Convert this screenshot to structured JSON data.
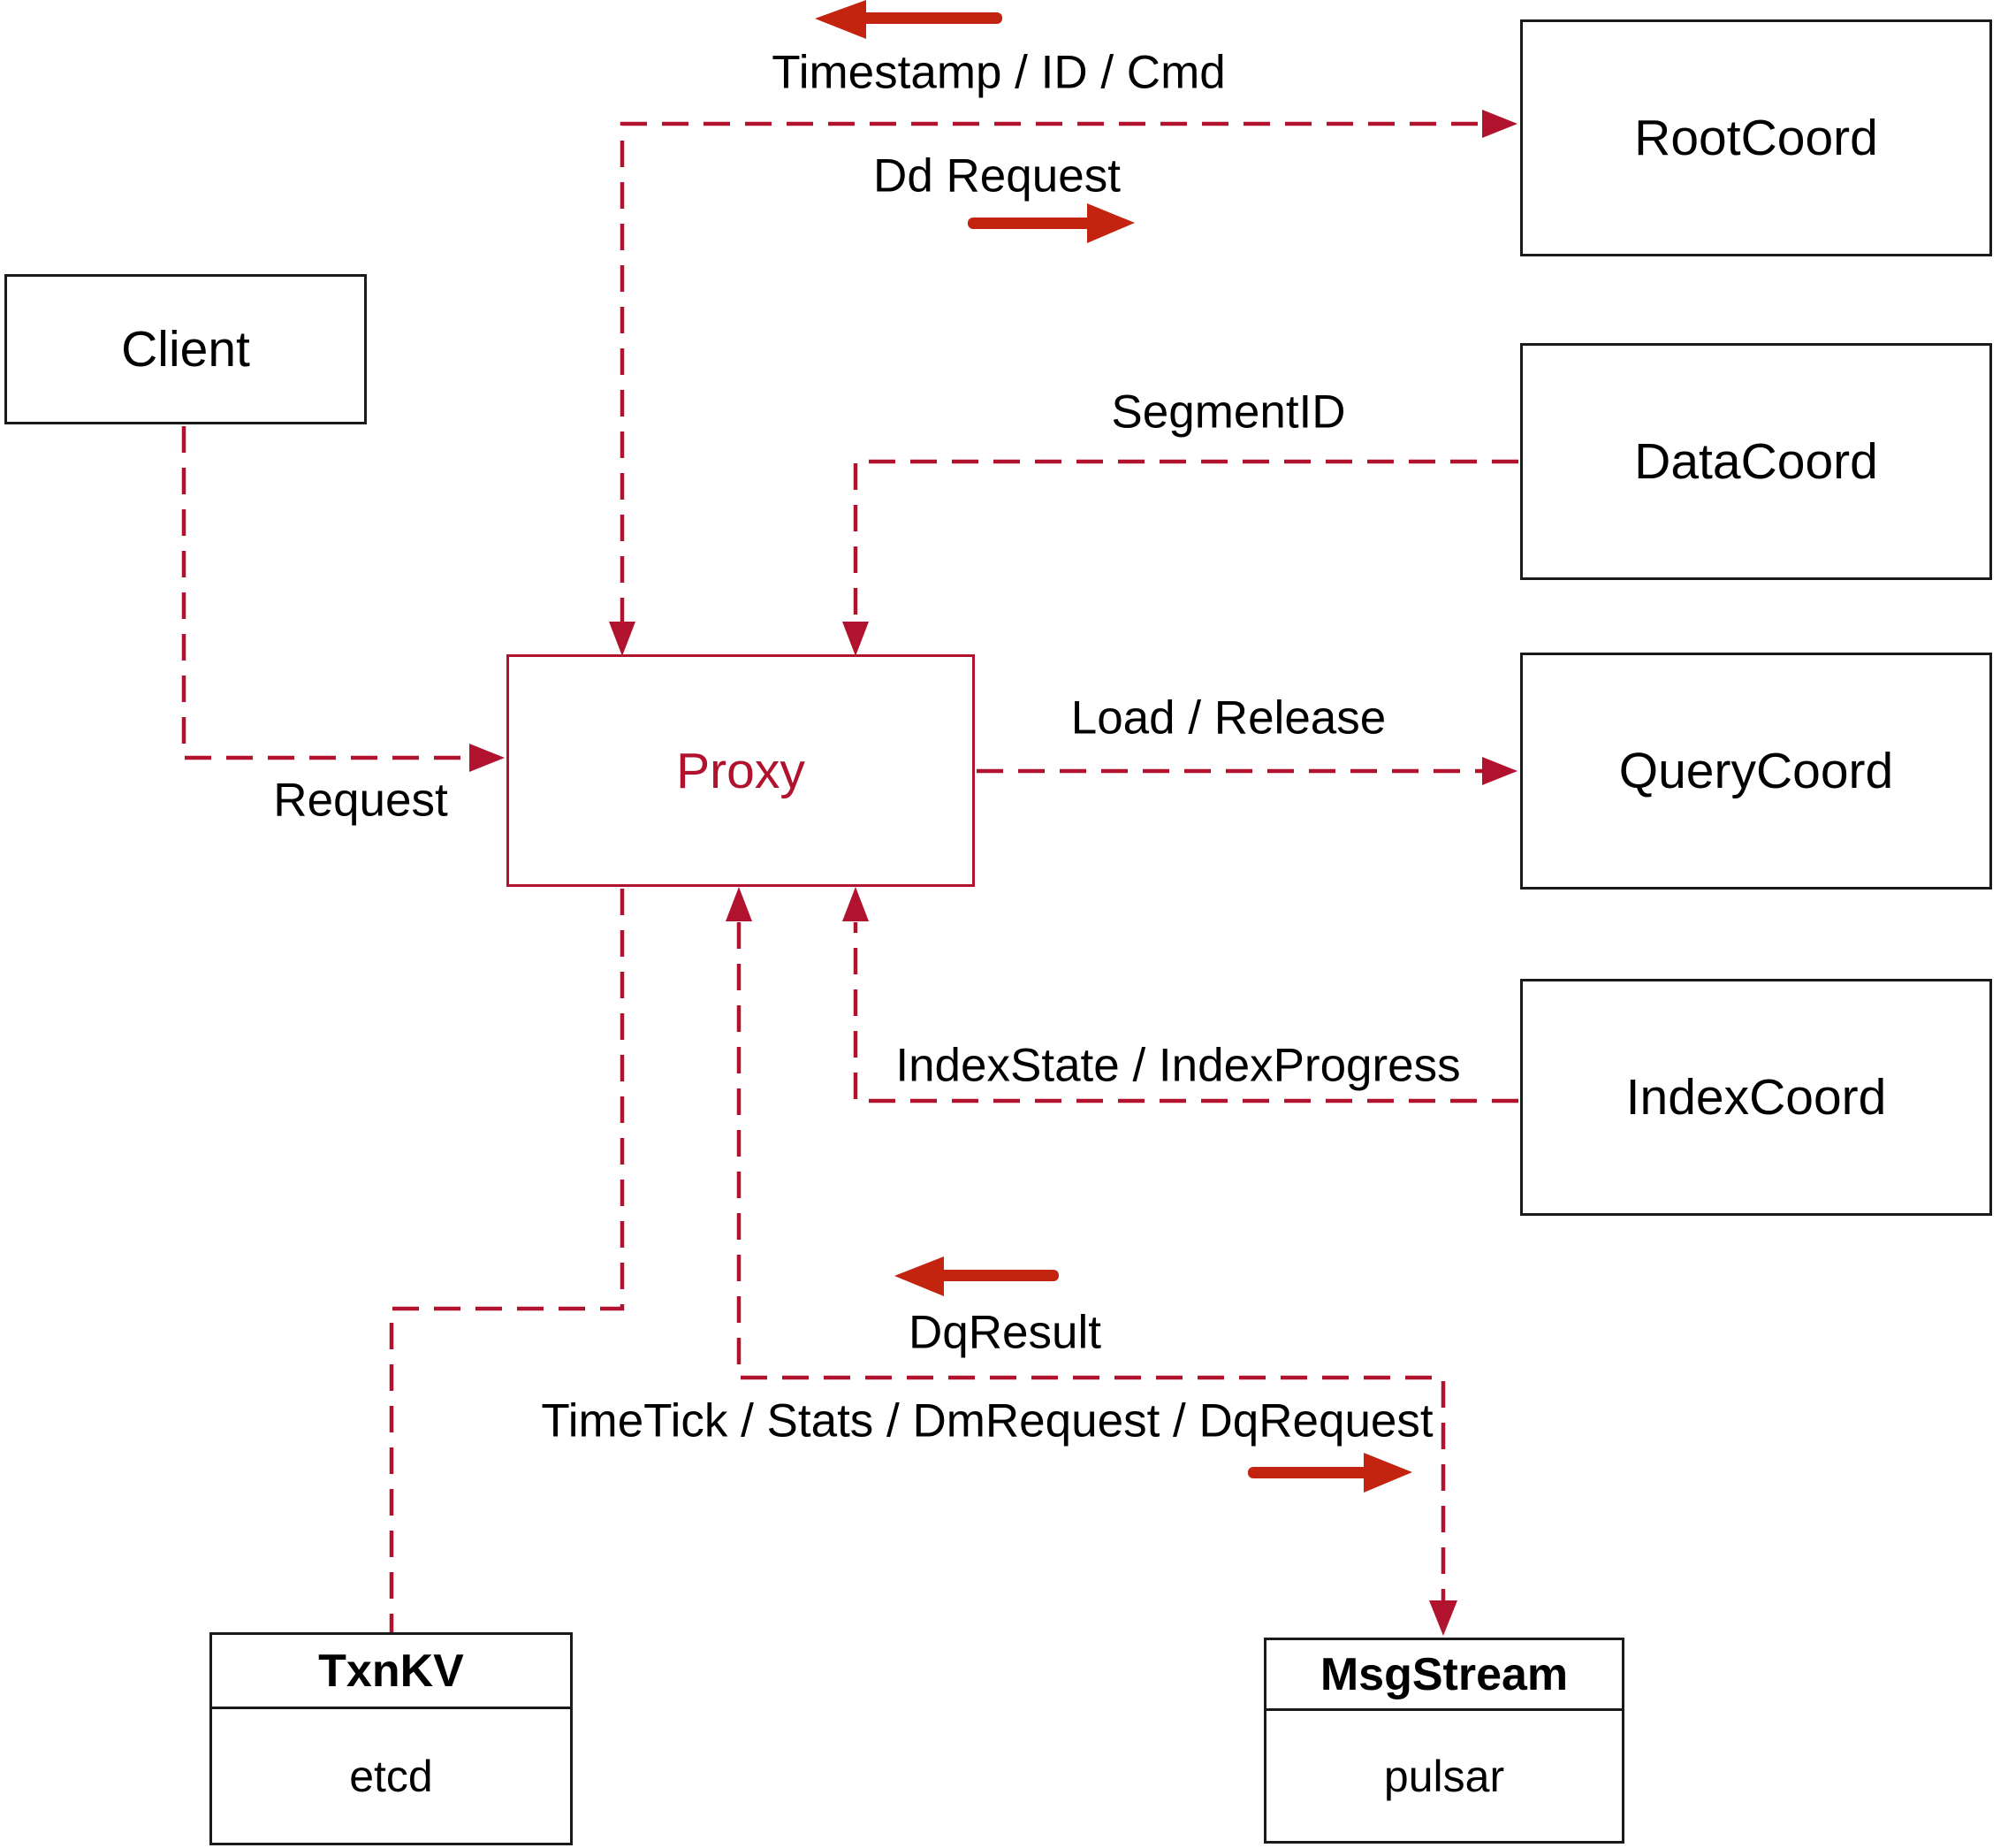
{
  "diagram": {
    "colors": {
      "dashed_line": "#b1122d",
      "solid_arrow": "#c32410",
      "node_border": "#1a1a1a",
      "proxy_accent": "#b1122d",
      "label_text": "#000000"
    },
    "nodes": {
      "client": {
        "label": "Client"
      },
      "proxy": {
        "label": "Proxy"
      },
      "rootcoord": {
        "label": "RootCoord"
      },
      "datacoord": {
        "label": "DataCoord"
      },
      "querycoord": {
        "label": "QueryCoord"
      },
      "indexcoord": {
        "label": "IndexCoord"
      }
    },
    "stores": {
      "txnkv": {
        "title": "TxnKV",
        "impl": "etcd"
      },
      "msgstream": {
        "title": "MsgStream",
        "impl": "pulsar"
      }
    },
    "edge_labels": {
      "request": "Request",
      "timestamp": "Timestamp / ID / Cmd",
      "dd_request": "Dd Request",
      "segment_id": "SegmentID",
      "load_release": "Load / Release",
      "index_state": "IndexState / IndexProgress",
      "dq_result": "DqResult",
      "timetick": "TimeTick / Stats / DmRequest / DqRequest"
    }
  }
}
